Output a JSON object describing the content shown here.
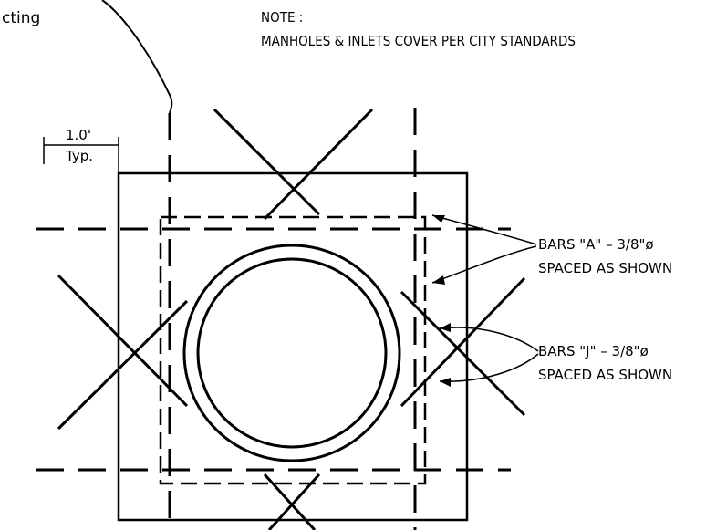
{
  "top_left_fragment": "cting",
  "note": {
    "heading": "NOTE :",
    "text": "MANHOLES & INLETS COVER PER CITY STANDARDS"
  },
  "dimension": {
    "value": "1.0'",
    "sub": "Typ."
  },
  "callouts": [
    {
      "line1": "BARS \"A\" – 3/8\"ø",
      "line2": "SPACED AS SHOWN"
    },
    {
      "line1": "BARS \"J\" – 3/8\"ø",
      "line2": "SPACED AS SHOWN"
    }
  ],
  "colors": {
    "ink": "#000000",
    "paper": "#ffffff"
  }
}
